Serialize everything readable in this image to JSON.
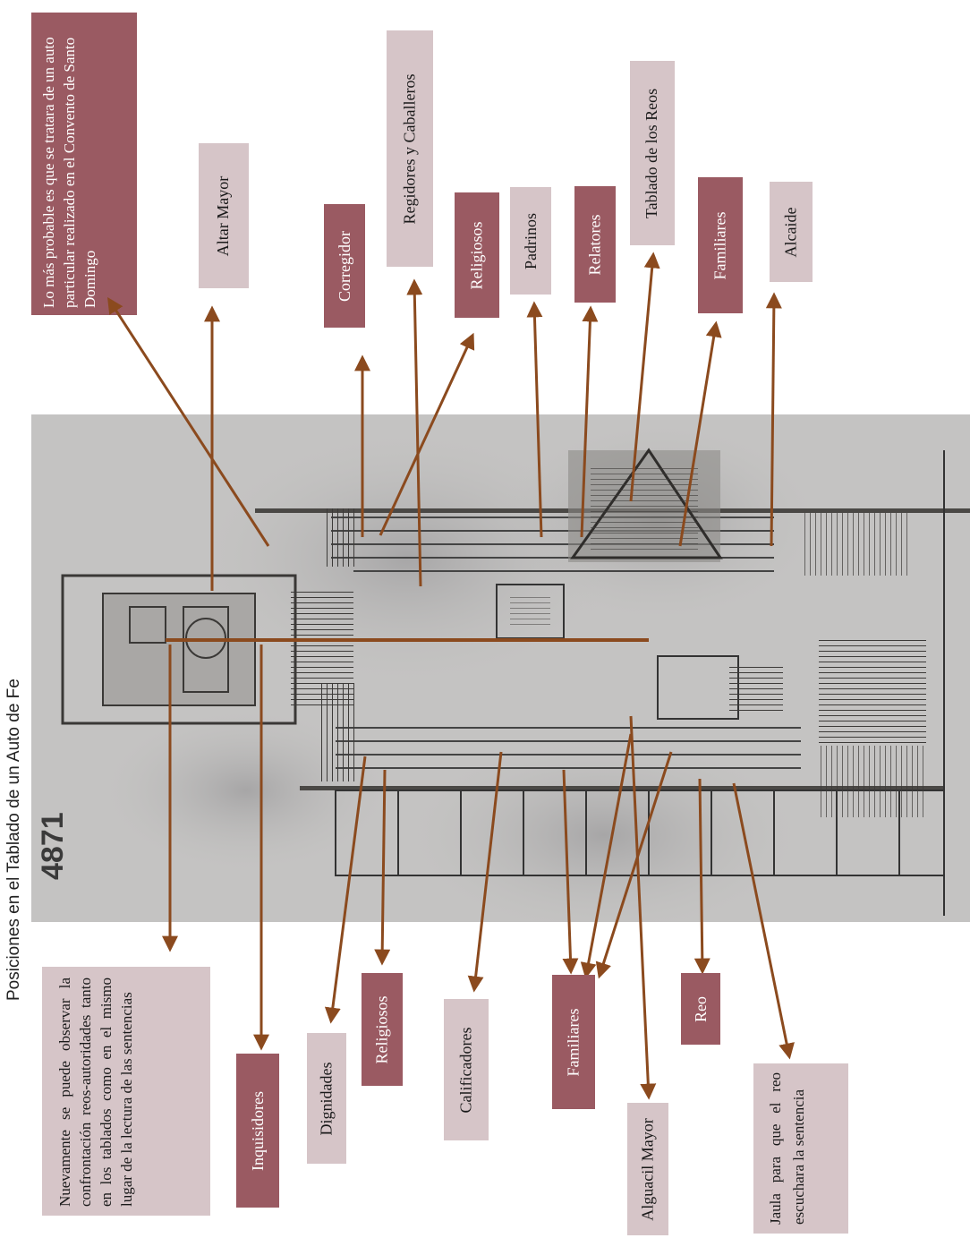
{
  "title": "Posiciones en el Tablado de un Auto de Fe",
  "document_number": "4871",
  "accent_colors": {
    "dark_box": "#9a5a62",
    "light_box": "#d6c5c8",
    "arrow": "#8b4a1e"
  },
  "notes": {
    "top": "Lo más probable es que se tratara de un auto particular realizado en el Convento de Santo Domingo",
    "bottom": "Nuevamente se puede observar la confrontación reos-autoridades tanto en los tablados como en el mismo lugar de la lectura de las sentencias"
  },
  "labels_top": {
    "altar_mayor": "Altar Mayor",
    "corregidor": "Corregidor",
    "regidores": "Regidores y Caballeros",
    "religiosos": "Religiosos",
    "padrinos": "Padrinos",
    "relatores": "Relatores",
    "tablado_reos": "Tablado de los Reos",
    "familiares": "Familiares",
    "alcaide": "Alcaide"
  },
  "labels_bottom": {
    "inquisidores": "Inquisidores",
    "dignidades": "Dignidades",
    "religiosos": "Religiosos",
    "calificadores": "Calificadores",
    "familiares": "Familiares",
    "alguacil_mayor": "Alguacil Mayor",
    "reo": "Reo",
    "jaula": "Jaula para que el reo escuchara la sentencia"
  }
}
